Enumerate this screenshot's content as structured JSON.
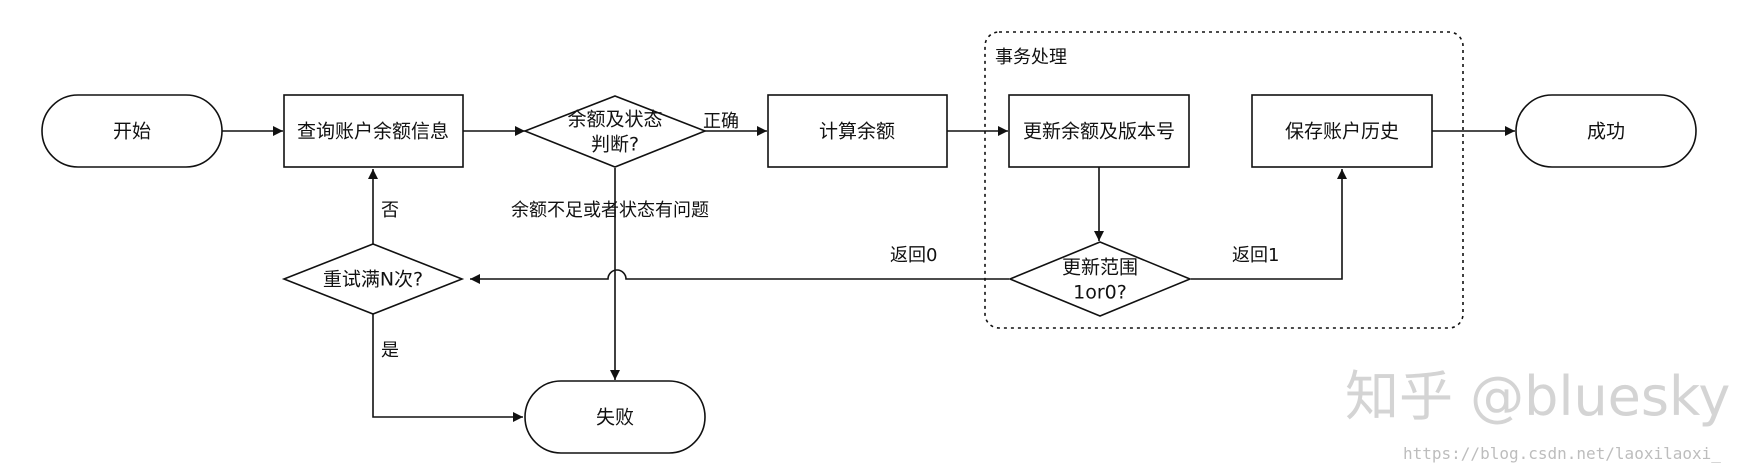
{
  "nodes": {
    "start": "开始",
    "query": "查询账户余额信息",
    "check": [
      "余额及状态",
      "判断?"
    ],
    "calc": "计算余额",
    "update": "更新余额及版本号",
    "save": "保存账户历史",
    "success": "成功",
    "retry": "重试满N次?",
    "fail": "失败",
    "range": [
      "更新范围",
      "1or0?"
    ]
  },
  "group": {
    "label": "事务处理"
  },
  "edges": {
    "correct": "正确",
    "insufficient": "余额不足或者状态有问题",
    "no": "否",
    "yes": "是",
    "return0": "返回0",
    "return1": "返回1"
  },
  "watermark": {
    "brand": "知乎 @bluesky",
    "url": "https://blog.csdn.net/laoxilaoxi_"
  },
  "colors": {
    "stroke": "#111111",
    "fill": "#ffffff",
    "watermark": "#d4d4d4"
  }
}
